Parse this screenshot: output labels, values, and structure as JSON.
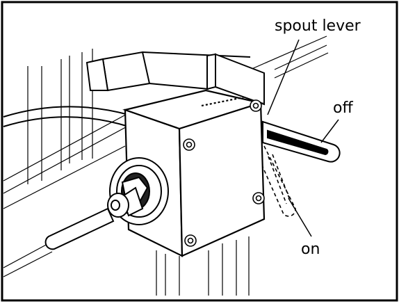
{
  "labels": {
    "spout_lever": "spout lever",
    "off": "off",
    "on": "on"
  },
  "colors": {
    "line": "#000000",
    "background": "#ffffff"
  }
}
